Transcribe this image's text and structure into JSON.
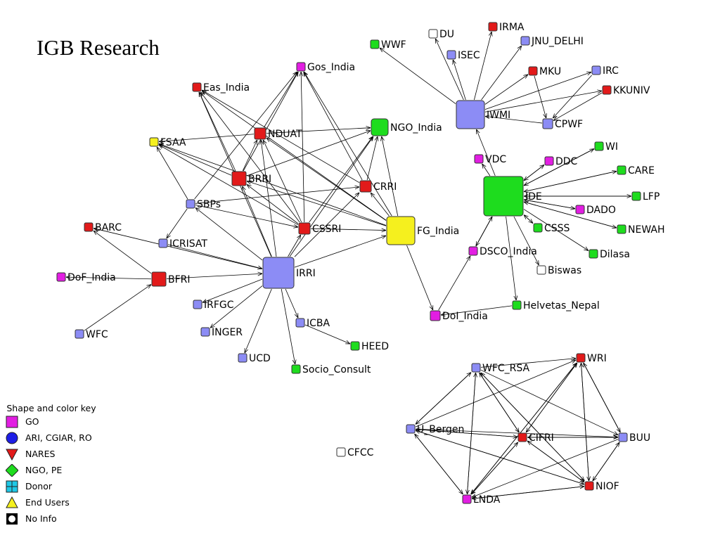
{
  "title": "IGB Research",
  "colors": {
    "GO": "#e21ee2",
    "ARI": "#8c8cf5",
    "NARES": "#e21a1a",
    "NGO": "#1edc1e",
    "Donor": "#1ec8e6",
    "EndUser": "#f5f01e",
    "NoInfo": "#ffffff"
  },
  "nodes": [
    {
      "id": "Gos_India",
      "label": "Gos_India",
      "type": "GO"
    },
    {
      "id": "Eas_India",
      "label": "Eas_India",
      "type": "NARES"
    },
    {
      "id": "FSAA",
      "label": "FSAA",
      "type": "EndUser"
    },
    {
      "id": "NDUAT",
      "label": "NDUAT",
      "type": "NARES"
    },
    {
      "id": "NGO_India",
      "label": "NGO_India",
      "type": "NGO"
    },
    {
      "id": "BRRI",
      "label": "BRRI",
      "type": "NARES"
    },
    {
      "id": "CRRI",
      "label": "CRRI",
      "type": "NARES"
    },
    {
      "id": "SBPs",
      "label": "SBPs",
      "type": "ARI"
    },
    {
      "id": "BARC",
      "label": "BARC",
      "type": "NARES"
    },
    {
      "id": "CSSRI",
      "label": "CSSRI",
      "type": "NARES"
    },
    {
      "id": "FG_India",
      "label": "FG_India",
      "type": "EndUser"
    },
    {
      "id": "ICRISAT",
      "label": "ICRISAT",
      "type": "ARI"
    },
    {
      "id": "IRRI",
      "label": "IRRI",
      "type": "ARI"
    },
    {
      "id": "DoF_India",
      "label": "DoF_India",
      "type": "GO"
    },
    {
      "id": "BFRI",
      "label": "BFRI",
      "type": "NARES"
    },
    {
      "id": "IRFGC",
      "label": "IRFGC",
      "type": "ARI"
    },
    {
      "id": "WFC",
      "label": "WFC",
      "type": "ARI"
    },
    {
      "id": "INGER",
      "label": "INGER",
      "type": "ARI"
    },
    {
      "id": "ICBA",
      "label": "ICBA",
      "type": "ARI"
    },
    {
      "id": "UCD",
      "label": "UCD",
      "type": "ARI"
    },
    {
      "id": "HEED",
      "label": "HEED",
      "type": "NGO"
    },
    {
      "id": "Socio_Consult",
      "label": "Socio_Consult",
      "type": "NGO"
    },
    {
      "id": "WWF",
      "label": "WWF",
      "type": "NGO"
    },
    {
      "id": "DU",
      "label": "DU",
      "type": "NoInfo"
    },
    {
      "id": "IRMA",
      "label": "IRMA",
      "type": "NARES"
    },
    {
      "id": "ISEC",
      "label": "ISEC",
      "type": "ARI"
    },
    {
      "id": "JNU_DELHI",
      "label": "JNU_DELHI",
      "type": "ARI"
    },
    {
      "id": "MKU",
      "label": "MKU",
      "type": "NARES"
    },
    {
      "id": "IRC",
      "label": "IRC",
      "type": "ARI"
    },
    {
      "id": "IWMI",
      "label": "IWMI",
      "type": "ARI"
    },
    {
      "id": "KKUNIV",
      "label": "KKUNIV",
      "type": "NARES"
    },
    {
      "id": "CPWF",
      "label": "CPWF",
      "type": "ARI"
    },
    {
      "id": "VDC",
      "label": "VDC",
      "type": "GO"
    },
    {
      "id": "DDC",
      "label": "DDC",
      "type": "GO"
    },
    {
      "id": "WI",
      "label": "WI",
      "type": "NGO"
    },
    {
      "id": "IDE",
      "label": "IDE",
      "type": "NGO"
    },
    {
      "id": "CARE",
      "label": "CARE",
      "type": "NGO"
    },
    {
      "id": "LFP",
      "label": "LFP",
      "type": "NGO"
    },
    {
      "id": "DADO",
      "label": "DADO",
      "type": "GO"
    },
    {
      "id": "CSSS",
      "label": "CSSS",
      "type": "NGO"
    },
    {
      "id": "NEWAH",
      "label": "NEWAH",
      "type": "NGO"
    },
    {
      "id": "DSCO_India",
      "label": "DSCO_India",
      "type": "GO"
    },
    {
      "id": "Dilasa",
      "label": "Dilasa",
      "type": "NGO"
    },
    {
      "id": "Biswas",
      "label": "Biswas",
      "type": "NoInfo"
    },
    {
      "id": "DoI_India",
      "label": "DoI_India",
      "type": "GO"
    },
    {
      "id": "Helvetas_Nepal",
      "label": "Helvetas_Nepal",
      "type": "NGO"
    },
    {
      "id": "WFC_RSA",
      "label": "WFC_RSA",
      "type": "ARI"
    },
    {
      "id": "WRI",
      "label": "WRI",
      "type": "NARES"
    },
    {
      "id": "U_Bergen",
      "label": "U_Bergen",
      "type": "ARI"
    },
    {
      "id": "CIFRI",
      "label": "CIFRI",
      "type": "NARES"
    },
    {
      "id": "BUU",
      "label": "BUU",
      "type": "ARI"
    },
    {
      "id": "CFCC",
      "label": "CFCC",
      "type": "NoInfo"
    },
    {
      "id": "NIOF",
      "label": "NIOF",
      "type": "NARES"
    },
    {
      "id": "LNDA",
      "label": "LNDA",
      "type": "GO"
    }
  ],
  "edges": [
    [
      "NDUAT",
      "Gos_India"
    ],
    [
      "BRRI",
      "Gos_India"
    ],
    [
      "CSSRI",
      "Gos_India"
    ],
    [
      "CRRI",
      "Gos_India"
    ],
    [
      "FG_India",
      "Gos_India"
    ],
    [
      "SBPs",
      "Gos_India"
    ],
    [
      "BRRI",
      "Eas_India"
    ],
    [
      "CSSRI",
      "Eas_India"
    ],
    [
      "CRRI",
      "Eas_India"
    ],
    [
      "FG_India",
      "Eas_India"
    ],
    [
      "IRRI",
      "Eas_India"
    ],
    [
      "NDUAT",
      "FSAA"
    ],
    [
      "BRRI",
      "FSAA"
    ],
    [
      "CSSRI",
      "FSAA"
    ],
    [
      "FG_India",
      "FSAA"
    ],
    [
      "SBPs",
      "FSAA"
    ],
    [
      "NDUAT",
      "NGO_India"
    ],
    [
      "BRRI",
      "NGO_India"
    ],
    [
      "CSSRI",
      "NGO_India"
    ],
    [
      "CRRI",
      "NGO_India"
    ],
    [
      "FG_India",
      "NGO_India"
    ],
    [
      "IRRI",
      "NGO_India"
    ],
    [
      "BRRI",
      "NDUAT"
    ],
    [
      "CSSRI",
      "NDUAT"
    ],
    [
      "FG_India",
      "NDUAT"
    ],
    [
      "IRRI",
      "NDUAT"
    ],
    [
      "FG_India",
      "BRRI"
    ],
    [
      "CSSRI",
      "BRRI"
    ],
    [
      "IRRI",
      "BRRI"
    ],
    [
      "IRRI",
      "CRRI"
    ],
    [
      "SBPs",
      "CRRI"
    ],
    [
      "FG_India",
      "CRRI"
    ],
    [
      "SBPs",
      "CSSRI"
    ],
    [
      "IRRI",
      "CSSRI"
    ],
    [
      "CSSRI",
      "FG_India"
    ],
    [
      "IRRI",
      "FG_India"
    ],
    [
      "IRRI",
      "SBPs"
    ],
    [
      "SBPs",
      "ICRISAT"
    ],
    [
      "BFRI",
      "BARC"
    ],
    [
      "IRRI",
      "BARC"
    ],
    [
      "BFRI",
      "IRRI"
    ],
    [
      "BFRI",
      "DoF_India"
    ],
    [
      "WFC",
      "BFRI"
    ],
    [
      "IRRI",
      "IRFGC"
    ],
    [
      "IRRI",
      "INGER"
    ],
    [
      "IRRI",
      "ICBA"
    ],
    [
      "IRRI",
      "UCD"
    ],
    [
      "ICBA",
      "HEED"
    ],
    [
      "IRRI",
      "Socio_Consult"
    ],
    [
      "ICRISAT",
      "IRRI"
    ],
    [
      "FG_India",
      "DoI_India"
    ],
    [
      "DoI_India",
      "DSCO_India"
    ],
    [
      "Helvetas_Nepal",
      "DoI_India"
    ],
    [
      "IWMI",
      "WWF"
    ],
    [
      "IWMI",
      "DU"
    ],
    [
      "IWMI",
      "IRMA"
    ],
    [
      "IWMI",
      "ISEC"
    ],
    [
      "IWMI",
      "JNU_DELHI"
    ],
    [
      "IWMI",
      "MKU"
    ],
    [
      "IWMI",
      "IRC"
    ],
    [
      "IWMI",
      "KKUNIV"
    ],
    [
      "MKU",
      "CPWF"
    ],
    [
      "IRC",
      "CPWF"
    ],
    [
      "KKUNIV",
      "CPWF"
    ],
    [
      "CPWF",
      "IWMI"
    ],
    [
      "IDE",
      "IWMI"
    ],
    [
      "IDE",
      "VDC"
    ],
    [
      "IDE",
      "DDC"
    ],
    [
      "IDE",
      "WI"
    ],
    [
      "IDE",
      "CARE"
    ],
    [
      "IDE",
      "LFP"
    ],
    [
      "IDE",
      "DADO"
    ],
    [
      "IDE",
      "CSSS"
    ],
    [
      "IDE",
      "NEWAH"
    ],
    [
      "IDE",
      "DSCO_India"
    ],
    [
      "IDE",
      "Dilasa"
    ],
    [
      "IDE",
      "Biswas"
    ],
    [
      "IDE",
      "Helvetas_Nepal"
    ],
    [
      "WI",
      "IDE"
    ],
    [
      "CARE",
      "IDE"
    ],
    [
      "LFP",
      "IDE"
    ],
    [
      "DADO",
      "IDE"
    ],
    [
      "NEWAH",
      "IDE"
    ],
    [
      "CSSS",
      "IDE"
    ],
    [
      "DSCO_India",
      "IDE"
    ],
    [
      "DDC",
      "IDE"
    ],
    [
      "WFC_RSA",
      "WRI"
    ],
    [
      "WFC_RSA",
      "CIFRI"
    ],
    [
      "WFC_RSA",
      "BUU"
    ],
    [
      "WFC_RSA",
      "NIOF"
    ],
    [
      "WFC_RSA",
      "LNDA"
    ],
    [
      "WFC_RSA",
      "U_Bergen"
    ],
    [
      "U_Bergen",
      "WRI"
    ],
    [
      "U_Bergen",
      "CIFRI"
    ],
    [
      "U_Bergen",
      "BUU"
    ],
    [
      "U_Bergen",
      "NIOF"
    ],
    [
      "U_Bergen",
      "LNDA"
    ],
    [
      "U_Bergen",
      "WFC_RSA"
    ],
    [
      "CIFRI",
      "WRI"
    ],
    [
      "CIFRI",
      "BUU"
    ],
    [
      "CIFRI",
      "NIOF"
    ],
    [
      "CIFRI",
      "LNDA"
    ],
    [
      "CIFRI",
      "WFC_RSA"
    ],
    [
      "CIFRI",
      "U_Bergen"
    ],
    [
      "BUU",
      "WRI"
    ],
    [
      "BUU",
      "CIFRI"
    ],
    [
      "BUU",
      "NIOF"
    ],
    [
      "BUU",
      "LNDA"
    ],
    [
      "NIOF",
      "WRI"
    ],
    [
      "NIOF",
      "BUU"
    ],
    [
      "NIOF",
      "CIFRI"
    ],
    [
      "NIOF",
      "LNDA"
    ],
    [
      "NIOF",
      "WFC_RSA"
    ],
    [
      "NIOF",
      "U_Bergen"
    ],
    [
      "LNDA",
      "WRI"
    ],
    [
      "LNDA",
      "CIFRI"
    ],
    [
      "LNDA",
      "NIOF"
    ],
    [
      "LNDA",
      "WFC_RSA"
    ],
    [
      "LNDA",
      "U_Bergen"
    ],
    [
      "WRI",
      "CIFRI"
    ],
    [
      "WRI",
      "BUU"
    ],
    [
      "WRI",
      "NIOF"
    ],
    [
      "WRI",
      "LNDA"
    ]
  ],
  "legend": {
    "title": "Shape and color key",
    "items": [
      {
        "label": "GO",
        "shape": "square",
        "color": "#e21ee2"
      },
      {
        "label": "ARI, CGIAR, RO",
        "shape": "circle",
        "color": "#1e1ee6"
      },
      {
        "label": "NARES",
        "shape": "triangle-down",
        "color": "#e21a1a"
      },
      {
        "label": "NGO, PE",
        "shape": "diamond",
        "color": "#1edc1e"
      },
      {
        "label": "Donor",
        "shape": "boxed-plus",
        "color": "#1ec8e6"
      },
      {
        "label": "End Users",
        "shape": "triangle-up",
        "color": "#f5f01e"
      },
      {
        "label": "No Info",
        "shape": "circle-square",
        "color": "#ffffff"
      }
    ]
  }
}
